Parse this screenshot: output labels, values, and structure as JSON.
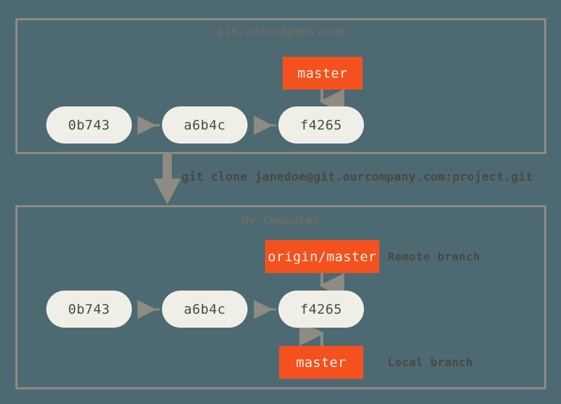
{
  "diagram": {
    "title_server": "git.ourcompany.com",
    "title_local": "My Computer",
    "command": "git clone janedoe@git.ourcompany.com:project.git",
    "colors": {
      "background": "#4d6a72",
      "group_border": "#8e8b82",
      "commit_fill": "#f0efe7",
      "commit_text": "#4a4943",
      "branch_fill": "#f4511e",
      "branch_text": "#f5f3ec",
      "annotation_text": "#4a4840",
      "caption_text": "#6d6a61",
      "arrow": "#8e8b82",
      "big_arrow": "#8e8b82"
    }
  },
  "server": {
    "caption": "git.ourcompany.com",
    "commits": [
      {
        "id": "0b743"
      },
      {
        "id": "a6b4c"
      },
      {
        "id": "f4265"
      }
    ],
    "branch": {
      "label": "master"
    }
  },
  "local": {
    "caption": "My Computer",
    "commits": [
      {
        "id": "0b743"
      },
      {
        "id": "a6b4c"
      },
      {
        "id": "f4265"
      }
    ],
    "remote_branch": {
      "label": "origin/master",
      "annotation": "Remote branch"
    },
    "local_branch": {
      "label": "master",
      "annotation": "Local branch"
    }
  }
}
